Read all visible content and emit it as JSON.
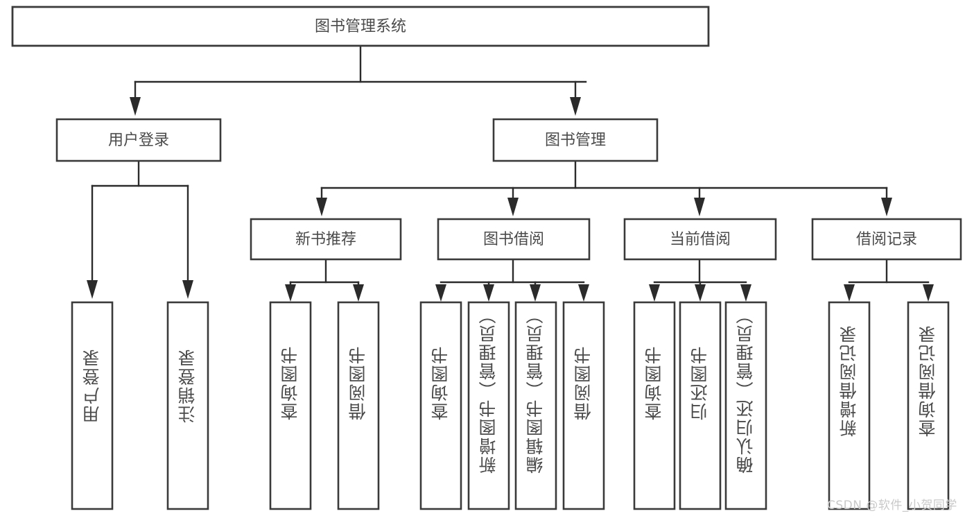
{
  "diagram": {
    "type": "tree",
    "title": "图书管理系统",
    "background": "#ffffff",
    "line_color": "#2b2b2b",
    "box_border_color": "#3a3a3a",
    "text_color": "#4a4a4a",
    "root": {
      "label": "图书管理系统"
    },
    "level2": [
      {
        "label": "用户登录"
      },
      {
        "label": "图书管理"
      }
    ],
    "level3": [
      {
        "label": "新书推荐"
      },
      {
        "label": "图书借阅"
      },
      {
        "label": "当前借阅"
      },
      {
        "label": "借阅记录"
      }
    ],
    "leaves": {
      "user_login": [
        "用户登录",
        "注销登录"
      ],
      "new_book_recommend": [
        "查询图书",
        "借阅图书"
      ],
      "book_borrow": [
        "查询图书",
        "新增图书（管理员）",
        "编辑图书（管理员）",
        "借阅图书"
      ],
      "current_borrow": [
        "查询图书",
        "归还图书",
        "确认归还（管理员）"
      ],
      "borrow_record": [
        "新增借阅记录",
        "查询借阅记录"
      ]
    }
  },
  "watermark": {
    "text": "CSDN @软件_小贺同学"
  }
}
